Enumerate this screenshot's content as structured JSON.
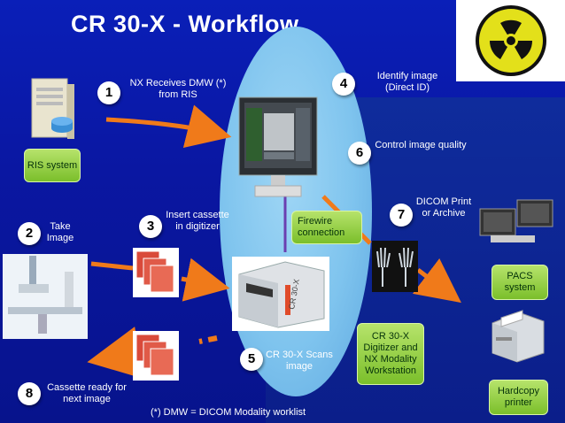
{
  "title": "CR 30-X - Workflow",
  "steps": [
    {
      "num": "1",
      "text": "NX Receives DMW (*) from RIS"
    },
    {
      "num": "2",
      "text": "Take Image"
    },
    {
      "num": "3",
      "text": "Insert cassette in digitizer"
    },
    {
      "num": "4",
      "text": "Identify image (Direct ID)"
    },
    {
      "num": "5",
      "text": "CR 30-X Scans image"
    },
    {
      "num": "6",
      "text": "Control image quality"
    },
    {
      "num": "7",
      "text": "DICOM Print or Archive"
    },
    {
      "num": "8",
      "text": "Cassette ready for next image"
    }
  ],
  "boxes": {
    "ris": "RIS system",
    "firewire": "Firewire connection",
    "workstation": "CR 30-X Digitizer and NX Modality Workstation",
    "pacs": "PACS system",
    "printer": "Hardcopy printer"
  },
  "device_label": "CR 30-X",
  "footnote": "(*) DMW = DICOM Modality worklist",
  "colors": {
    "arrow": "#f07a1a",
    "ellipse": "#8ccdf0",
    "box": "#9ad24c",
    "background": "#0a1aa8"
  }
}
